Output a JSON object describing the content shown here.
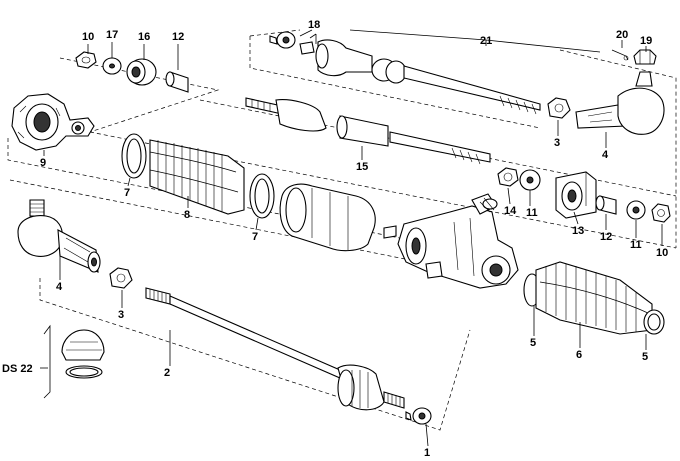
{
  "diagram": {
    "callouts": [
      {
        "id": "c10a",
        "text": "10"
      },
      {
        "id": "c17",
        "text": "17"
      },
      {
        "id": "c16",
        "text": "16"
      },
      {
        "id": "c12a",
        "text": "12"
      },
      {
        "id": "c18",
        "text": "18"
      },
      {
        "id": "c21",
        "text": "21"
      },
      {
        "id": "c20",
        "text": "20"
      },
      {
        "id": "c19",
        "text": "19"
      },
      {
        "id": "c9",
        "text": "9"
      },
      {
        "id": "c3a",
        "text": "3"
      },
      {
        "id": "c4a",
        "text": "4"
      },
      {
        "id": "c15",
        "text": "15"
      },
      {
        "id": "c7a",
        "text": "7"
      },
      {
        "id": "c8",
        "text": "8"
      },
      {
        "id": "c7b",
        "text": "7"
      },
      {
        "id": "c14",
        "text": "14"
      },
      {
        "id": "c11a",
        "text": "11"
      },
      {
        "id": "c13",
        "text": "13"
      },
      {
        "id": "c12b",
        "text": "12"
      },
      {
        "id": "c11b",
        "text": "11"
      },
      {
        "id": "c10b",
        "text": "10"
      },
      {
        "id": "c4b",
        "text": "4"
      },
      {
        "id": "c3b",
        "text": "3"
      },
      {
        "id": "c5a",
        "text": "5"
      },
      {
        "id": "c6",
        "text": "6"
      },
      {
        "id": "c5b",
        "text": "5"
      },
      {
        "id": "c2",
        "text": "2"
      },
      {
        "id": "cds22",
        "text": "DS 22"
      },
      {
        "id": "c1",
        "text": "1"
      }
    ]
  }
}
